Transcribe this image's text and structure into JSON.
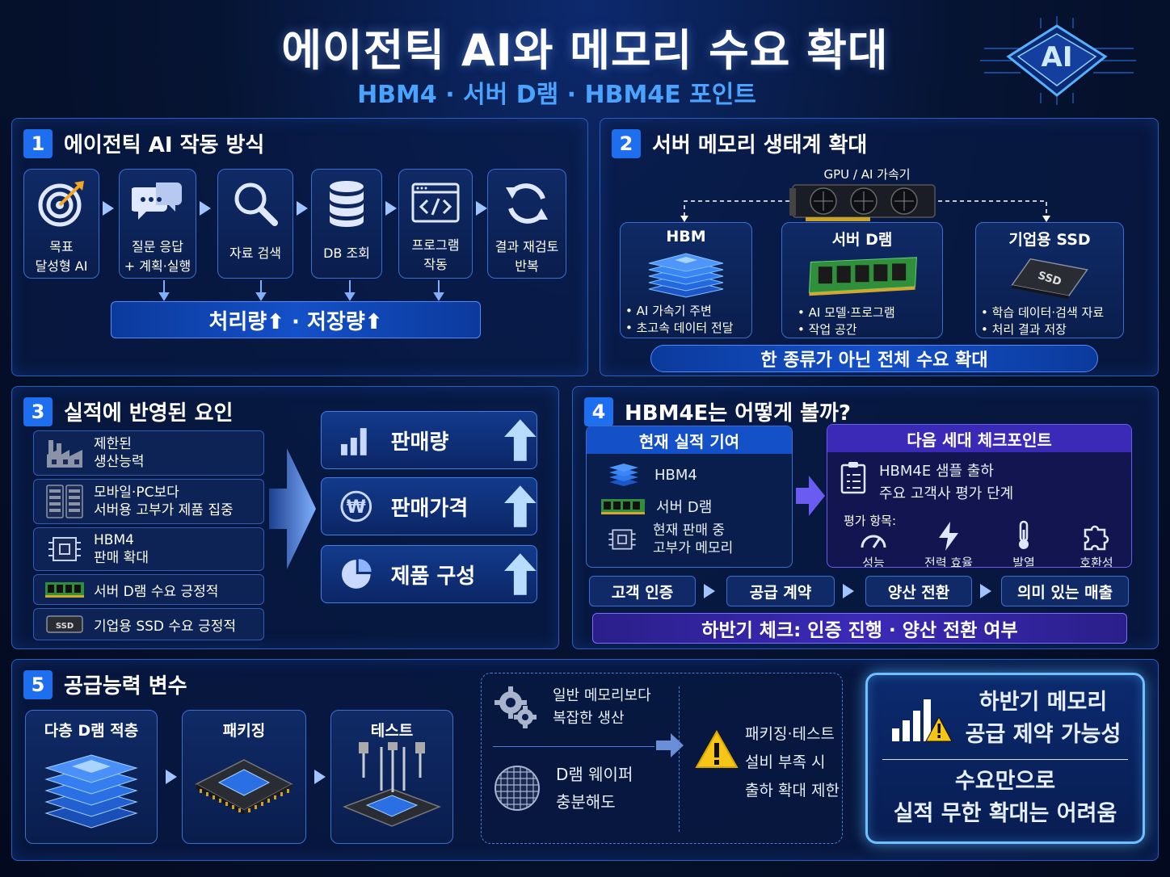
{
  "header": {
    "title": "에이전틱 AI와 메모리 수요 확대",
    "subtitle": "HBM4 · 서버 D램 · HBM4E 포인트",
    "chip_label": "AI"
  },
  "colors": {
    "accent": "#1e6ef0",
    "highlight": "#4aa3ff",
    "purple": "#3b2ab8",
    "warning": "#f5c518"
  },
  "panel1": {
    "num": "1",
    "title": "에이전틱 AI 작동 방식",
    "steps": [
      {
        "icon": "target-icon",
        "line1": "목표",
        "line2": "달성형 AI"
      },
      {
        "icon": "chat-icon",
        "line1": "질문 응답",
        "line2": "+ 계획·실행"
      },
      {
        "icon": "search-icon",
        "line1": "자료 검색",
        "line2": ""
      },
      {
        "icon": "database-icon",
        "line1": "DB 조회",
        "line2": ""
      },
      {
        "icon": "code-icon",
        "line1": "프로그램",
        "line2": "작동"
      },
      {
        "icon": "refresh-icon",
        "line1": "결과 재검토",
        "line2": "반복"
      }
    ],
    "result": "처리량⬆  ·  저장량⬆"
  },
  "panel2": {
    "num": "2",
    "title": "서버 메모리 생태계 확대",
    "gpu_label": "GPU / AI 가속기",
    "cards": [
      {
        "icon": "hbm-stack-icon",
        "title": "HBM",
        "b1": "• AI 가속기 주변",
        "b2": "• 초고속 데이터 전달"
      },
      {
        "icon": "dram-module-icon",
        "title": "서버 D램",
        "b1": "• AI 모델·프로그램",
        "b2": "• 작업 공간"
      },
      {
        "icon": "ssd-icon",
        "title": "기업용 SSD",
        "b1": "• 학습 데이터·검색 자료",
        "b2": "• 처리 결과 저장"
      }
    ],
    "ssd_text": "SSD",
    "result": "한 종류가 아닌 전체 수요 확대"
  },
  "panel3": {
    "num": "3",
    "title": "실적에 반영된 요인",
    "factors": [
      {
        "icon": "factory-icon",
        "line1": "제한된",
        "line2": "생산능력"
      },
      {
        "icon": "server-icon",
        "line1": "모바일·PC보다",
        "line2": "서버용 고부가 제품 집중"
      },
      {
        "icon": "chip-icon",
        "line1": "HBM4",
        "line2": "판매 확대"
      },
      {
        "icon": "dram-icon",
        "line1": "서버 D램 수요 긍정적",
        "line2": ""
      },
      {
        "icon": "ssd-icon",
        "line1": "기업용 SSD 수요 긍정적",
        "line2": ""
      }
    ],
    "ssd_text": "SSD",
    "metrics": [
      {
        "icon": "bar-chart-icon",
        "label": "판매량"
      },
      {
        "icon": "won-icon",
        "label": "판매가격"
      },
      {
        "icon": "pie-chart-icon",
        "label": "제품 구성"
      }
    ],
    "won_symbol": "₩"
  },
  "panel4": {
    "num": "4",
    "title": "HBM4E는 어떻게 볼까?",
    "current_title": "현재 실적 기여",
    "current_items": [
      {
        "icon": "hbm-stack-icon",
        "line1": "HBM4",
        "line2": ""
      },
      {
        "icon": "dram-icon",
        "line1": "서버 D램",
        "line2": ""
      },
      {
        "icon": "chip-icon",
        "line1": "현재 판매 중",
        "line2": "고부가 메모리"
      }
    ],
    "next_title": "다음 세대 체크포인트",
    "next_line1": "HBM4E 샘플 출하",
    "next_line2": "주요 고객사 평가 단계",
    "eval_label": "평가 항목:",
    "eval_items": [
      {
        "icon": "gauge-icon",
        "label": "성능"
      },
      {
        "icon": "lightning-icon",
        "label": "전력 효율"
      },
      {
        "icon": "thermometer-icon",
        "label": "발열"
      },
      {
        "icon": "puzzle-icon",
        "label": "호환성"
      }
    ],
    "steps": [
      "고객 인증",
      "공급 계약",
      "양산 전환",
      "의미 있는 매출"
    ],
    "result": "하반기 체크: 인증 진행 · 양산 전환 여부"
  },
  "panel5": {
    "num": "5",
    "title": "공급능력 변수",
    "stages": [
      {
        "icon": "dram-stack-icon",
        "label": "다층 D램 적층"
      },
      {
        "icon": "package-icon",
        "label": "패키징"
      },
      {
        "icon": "test-probe-icon",
        "label": "테스트"
      }
    ],
    "cause1_line1": "일반 메모리보다",
    "cause1_line2": "복잡한 생산",
    "cause2_line1": "D램 웨이퍼",
    "cause2_line2": "충분해도",
    "effect_line1": "패키징·테스트",
    "effect_line2": "설비 부족 시",
    "effect_line3": "출하 확대 제한",
    "conclusion_top1": "하반기 메모리",
    "conclusion_top2": "공급 제약 가능성",
    "conclusion_bottom1": "수요만으로",
    "conclusion_bottom2": "실적 무한 확대는 어려움"
  }
}
